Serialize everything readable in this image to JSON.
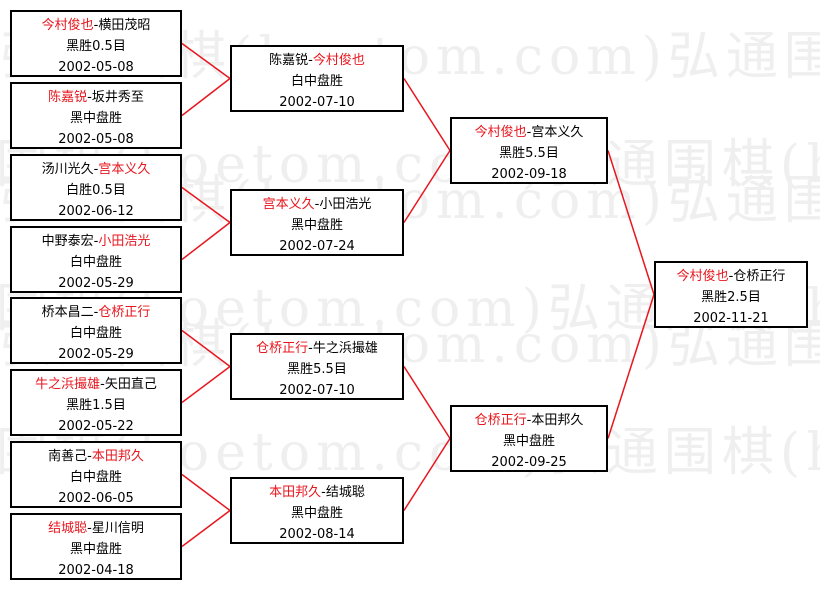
{
  "watermark": [
    "弘通围棋(hoetom.com)弘通围棋(hoetom.com)",
    "弘通围棋(hoetom.com)弘通围棋(hoetom.com)",
    "弘通围棋(hoetom.com)弘通围棋(hoetom.com)",
    "弘通围棋(hoetom.com)弘通围棋(hoetom.com)",
    "弘通围棋(hoetom.com)弘通围棋(hoetom.com)",
    "弘通围棋(hoetom.com)弘通围棋(hoetom.com)"
  ],
  "line_color": "#e8161e",
  "winner_color": "#e8161e",
  "round1": [
    {
      "a": "今村俊也",
      "sep": "-",
      "b": "横田茂昭",
      "winner": "a",
      "result": "黑胜0.5目",
      "date": "2002-05-08"
    },
    {
      "a": "陈嘉锐",
      "sep": "-",
      "b": "坂井秀至",
      "winner": "a",
      "result": "黑中盘胜",
      "date": "2002-05-08"
    },
    {
      "a": "汤川光久",
      "sep": "-",
      "b": "宫本义久",
      "winner": "b",
      "result": "白胜0.5目",
      "date": "2002-06-12"
    },
    {
      "a": "中野泰宏",
      "sep": "-",
      "b": "小田浩光",
      "winner": "b",
      "result": "白中盘胜",
      "date": "2002-05-29"
    },
    {
      "a": "桥本昌二",
      "sep": "-",
      "b": "仓桥正行",
      "winner": "b",
      "result": "白中盘胜",
      "date": "2002-05-29"
    },
    {
      "a": "牛之浜撮雄",
      "sep": "-",
      "b": "矢田直己",
      "winner": "a",
      "result": "黑胜1.5目",
      "date": "2002-05-22"
    },
    {
      "a": "南善己",
      "sep": "-",
      "b": "本田邦久",
      "winner": "b",
      "result": "白中盘胜",
      "date": "2002-06-05"
    },
    {
      "a": "结城聪",
      "sep": "-",
      "b": "星川信明",
      "winner": "a",
      "result": "黑中盘胜",
      "date": "2002-04-18"
    }
  ],
  "round2": [
    {
      "a": "陈嘉锐",
      "sep": "-",
      "b": "今村俊也",
      "winner": "b",
      "result": "白中盘胜",
      "date": "2002-07-10"
    },
    {
      "a": "宫本义久",
      "sep": "-",
      "b": "小田浩光",
      "winner": "a",
      "result": "黑中盘胜",
      "date": "2002-07-24"
    },
    {
      "a": "仓桥正行",
      "sep": "-",
      "b": "牛之浜撮雄",
      "winner": "a",
      "result": "黑胜5.5目",
      "date": "2002-07-10"
    },
    {
      "a": "本田邦久",
      "sep": "-",
      "b": "结城聪",
      "winner": "a",
      "result": "黑中盘胜",
      "date": "2002-08-14"
    }
  ],
  "round3": [
    {
      "a": "今村俊也",
      "sep": "-",
      "b": "宫本义久",
      "winner": "a",
      "result": "黑胜5.5目",
      "date": "2002-09-18"
    },
    {
      "a": "仓桥正行",
      "sep": "-",
      "b": "本田邦久",
      "winner": "a",
      "result": "黑中盘胜",
      "date": "2002-09-25"
    }
  ],
  "final": [
    {
      "a": "今村俊也",
      "sep": "-",
      "b": "仓桥正行",
      "winner": "a",
      "result": "黑胜2.5目",
      "date": "2002-11-21"
    }
  ]
}
